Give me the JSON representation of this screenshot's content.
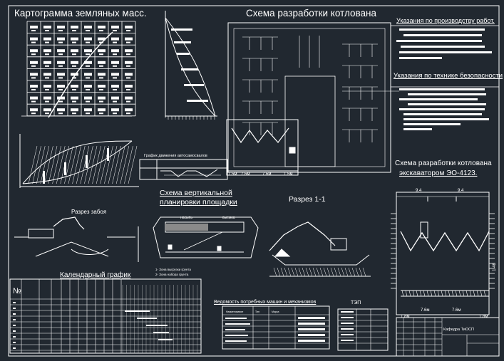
{
  "titles": {
    "cartogram": "Картограмма земляных масс.",
    "pit_scheme": "Схема разработки котлована",
    "work_instructions": "Указания по производству работ.",
    "safety_instructions": "Указания по технике безопасности",
    "excavator_scheme_1": "Схема разработки котлована",
    "excavator_scheme_2": "экскаватором ЭО-4123.",
    "vertical_1": "Схема вертикальной",
    "vertical_2": "планировки площадки",
    "section": "Разрез 1-1",
    "face_section": "Разрез забоя",
    "calendar": "Календарный график",
    "trucks_graph": "График движения автосамосвалов",
    "machines": "Ведомость потребных машин и механизмов",
    "tep": "ТЭП"
  },
  "vertical_plan": {
    "fill": "насыпь",
    "cut": "выемка",
    "legend_1": "1- Зона выгрузки грунта",
    "legend_2": "2- Зона набора грунта"
  },
  "pit_dims": {
    "d1": "7.6м",
    "d2": "7.6м",
    "d3": "1.5м",
    "d4": "1.5м"
  },
  "exc_dims": {
    "top1": "9.4",
    "top2": "9.4",
    "b1": "1.8м",
    "b2": "7.6м",
    "b3": "7.6м",
    "b4": "1.8м",
    "height": "1.46"
  },
  "calendar_header": {
    "num": "№"
  },
  "machines_header": {
    "name": "Наименование",
    "type": "Тип",
    "brand": "Марка"
  },
  "stamp": {
    "org": "Кафедра ТиОСП"
  },
  "colors": {
    "background": "#212830",
    "lines": "#ffffff"
  }
}
